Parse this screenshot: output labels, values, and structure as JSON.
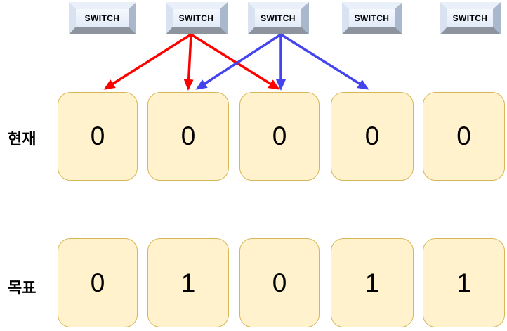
{
  "diagram": {
    "title_hint": "switch toggle puzzle diagram",
    "switches": {
      "labels": [
        "SWITCH",
        "SWITCH",
        "SWITCH",
        "SWITCH",
        "SWITCH"
      ]
    },
    "rows": {
      "current": {
        "label": "현재",
        "values": [
          "0",
          "0",
          "0",
          "0",
          "0"
        ]
      },
      "target": {
        "label": "목표",
        "values": [
          "0",
          "1",
          "0",
          "1",
          "1"
        ]
      }
    },
    "arrows": {
      "red": {
        "color": "#FF0000",
        "from_switch_index": 2,
        "to_cell_indexes": [
          1,
          2,
          3
        ]
      },
      "blue": {
        "color": "#4444EE",
        "from_switch_index": 3,
        "to_cell_indexes": [
          2,
          3,
          4
        ]
      }
    },
    "colors": {
      "cell_fill": "#FFF2CC",
      "cell_border": "#D6B656",
      "key_face_top": "#F5F9FF",
      "key_face_bottom": "#E2EBF8",
      "key_bevel_top": "#EAF0FA",
      "key_bevel_left": "#D8E2F1",
      "key_bevel_right": "#A9B8CC",
      "key_bevel_bottom": "#8D949E",
      "text_color": "#000000",
      "bg_color": "#FFFFFF"
    }
  }
}
